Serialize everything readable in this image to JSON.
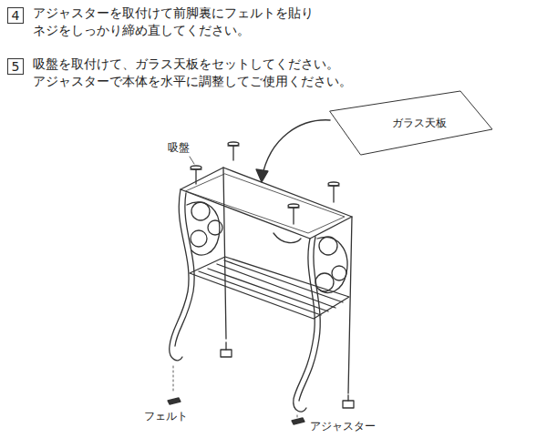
{
  "diagram": {
    "nodes": [
      {
        "text": [
          "4"
        ]
      },
      {
        "text": [
          "5"
        ]
      }
    ],
    "labels": [
      "アジャスターを取付けて前脚裏にフェルトを貼り",
      "ネジをしっかり締め直してください。",
      "吸盤を取付けて、ガラス天板をセットしてください。",
      "アジャスターで本体を水平に調整してご使用ください。",
      "吸盤",
      "ガラス天板",
      "フェルト",
      "アジャスター"
    ]
  }
}
